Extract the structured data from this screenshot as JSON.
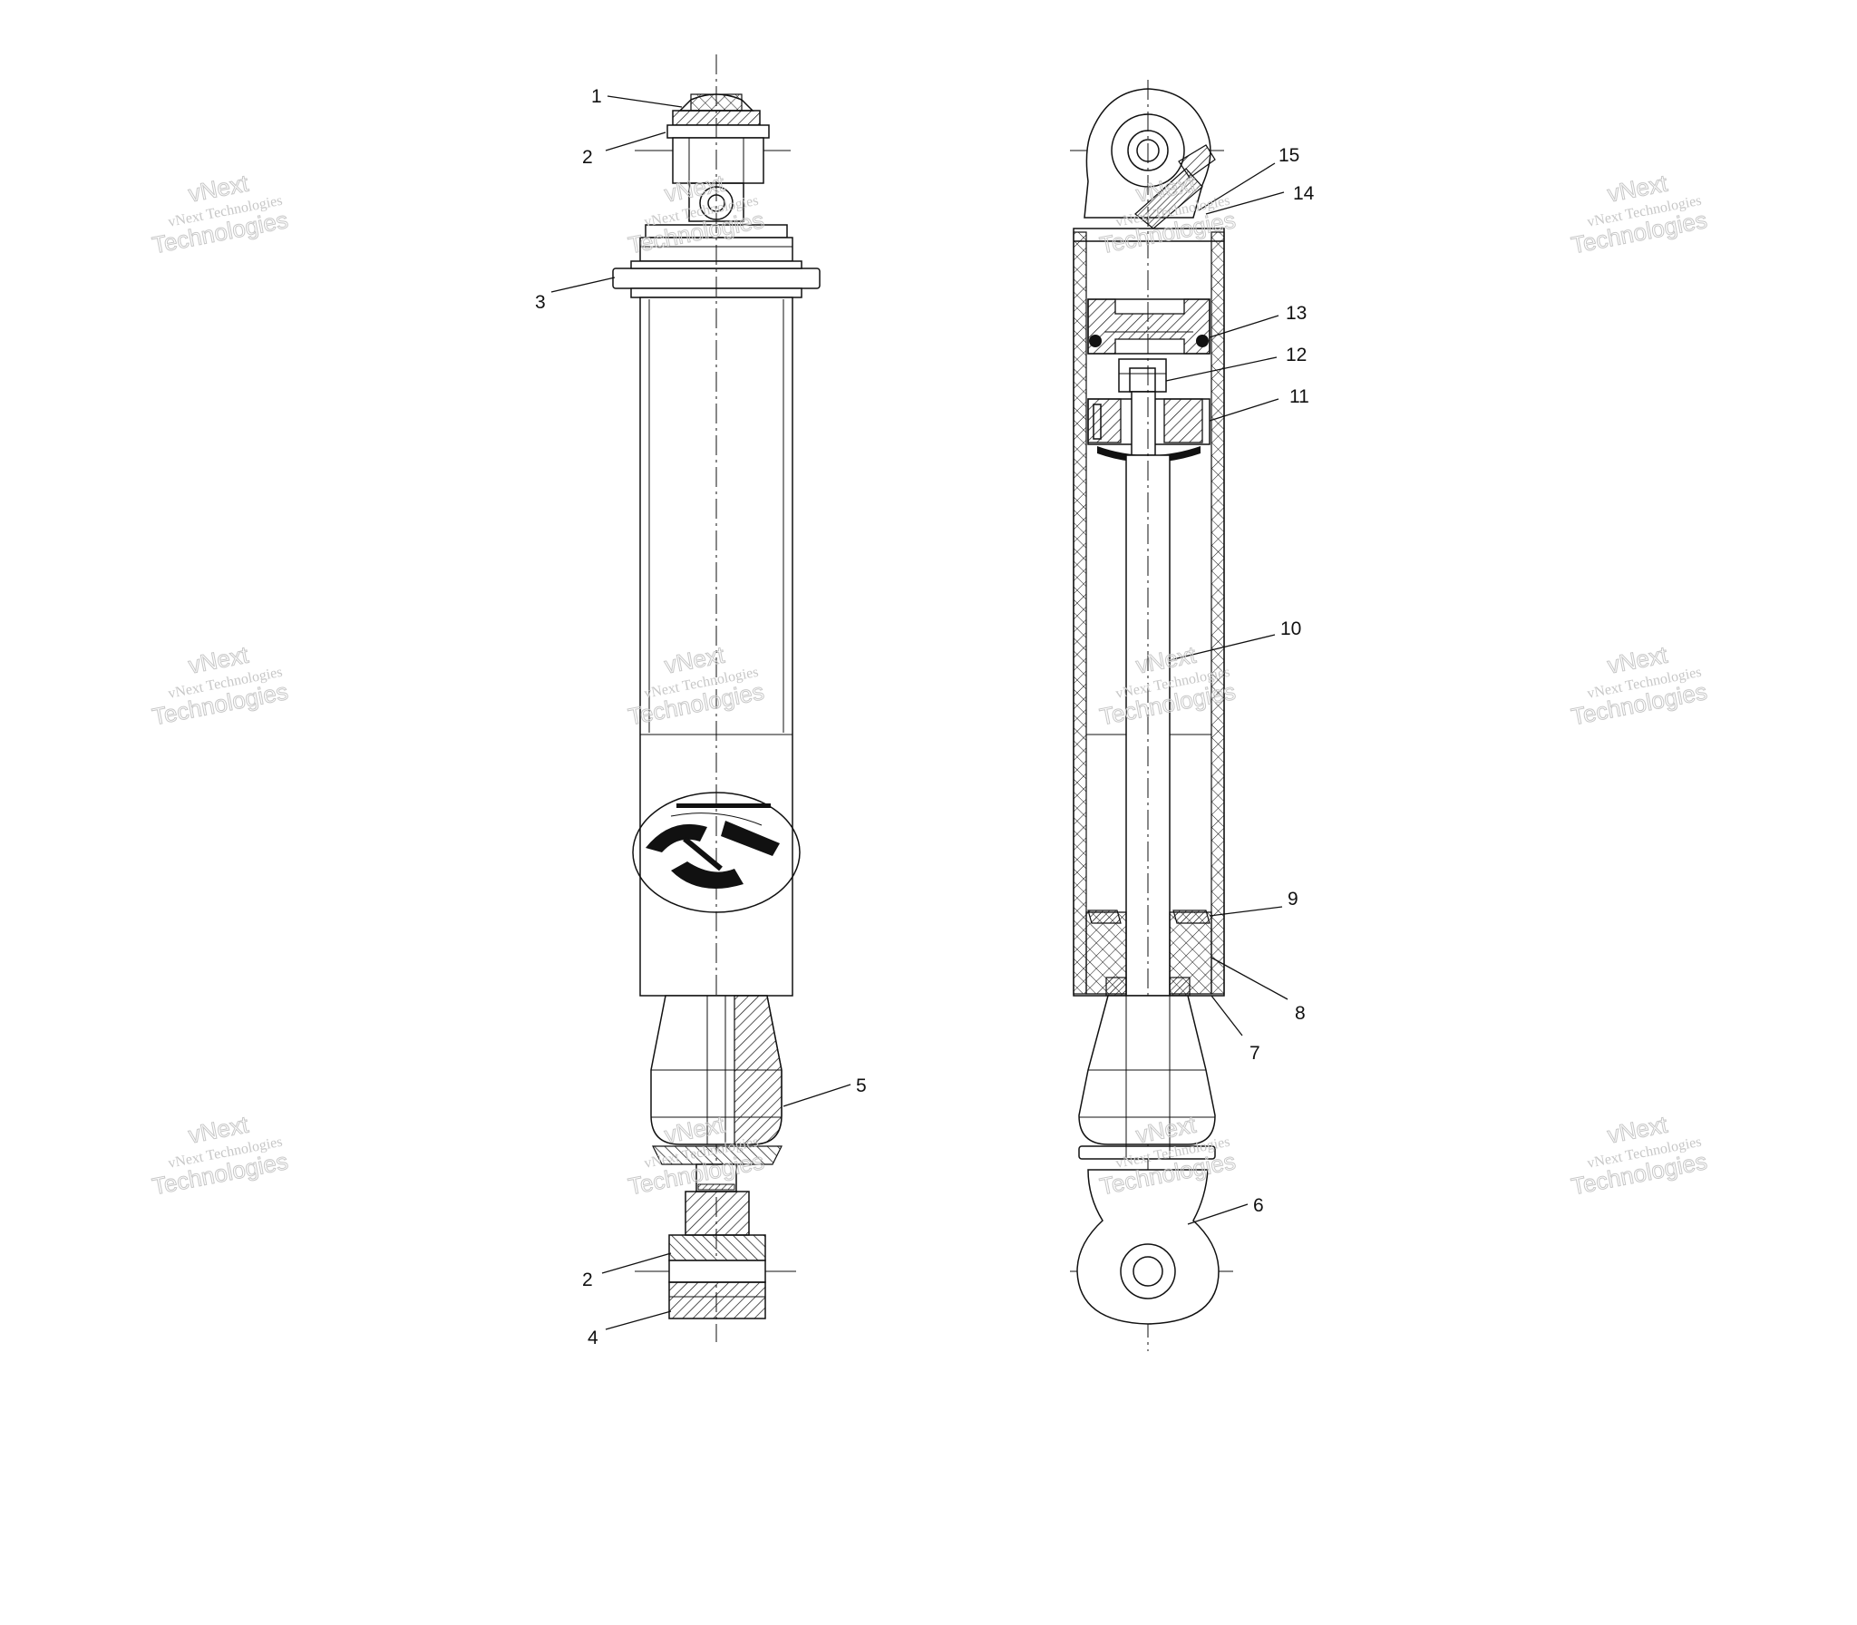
{
  "watermark": {
    "line1": "vNext Technologies",
    "line2": "vNext",
    "line3": "Technologies"
  },
  "callouts": [
    "1",
    "2",
    "3",
    "2",
    "4",
    "5",
    "6",
    "7",
    "8",
    "9",
    "10",
    "11",
    "12",
    "13",
    "14",
    "15"
  ],
  "colors": {
    "line": "#111111",
    "watermark": "#c8c8c8",
    "background": "#ffffff"
  }
}
